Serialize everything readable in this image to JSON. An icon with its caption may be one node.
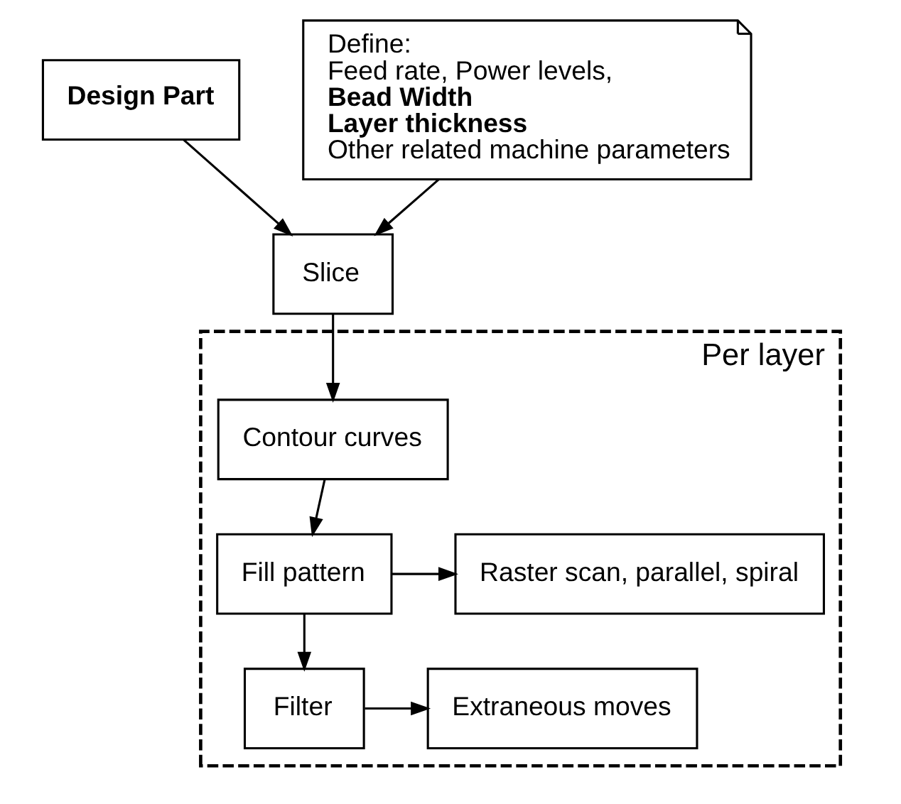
{
  "diagram": {
    "nodes": [
      {
        "text": [
          "Design Part"
        ]
      },
      {
        "text": [
          "Define:",
          "Feed rate, Power levels,",
          "Bead Width",
          "Layer thickness",
          "Other related machine parameters"
        ]
      },
      {
        "text": [
          "Slice"
        ]
      },
      {
        "text": [
          "Per layer"
        ]
      },
      {
        "text": [
          "Contour curves"
        ],
        "in": 3
      },
      {
        "text": [
          "Fill pattern"
        ],
        "in": 3
      },
      {
        "text": [
          "Raster scan, parallel, spiral"
        ],
        "in": 3
      },
      {
        "text": [
          "Filter"
        ],
        "in": 3
      },
      {
        "text": [
          "Extraneous moves"
        ],
        "in": 3
      }
    ],
    "edges": [
      {
        "from": 0,
        "to": 2,
        "arrow": "to"
      },
      {
        "from": 1,
        "to": 2,
        "arrow": "to"
      },
      {
        "from": 2,
        "to": 4,
        "arrow": "to"
      },
      {
        "from": 4,
        "to": 5,
        "arrow": "to"
      },
      {
        "from": 5,
        "to": 6,
        "arrow": "to"
      },
      {
        "from": 5,
        "to": 7,
        "arrow": "to"
      },
      {
        "from": 7,
        "to": 8,
        "arrow": "to"
      }
    ]
  }
}
